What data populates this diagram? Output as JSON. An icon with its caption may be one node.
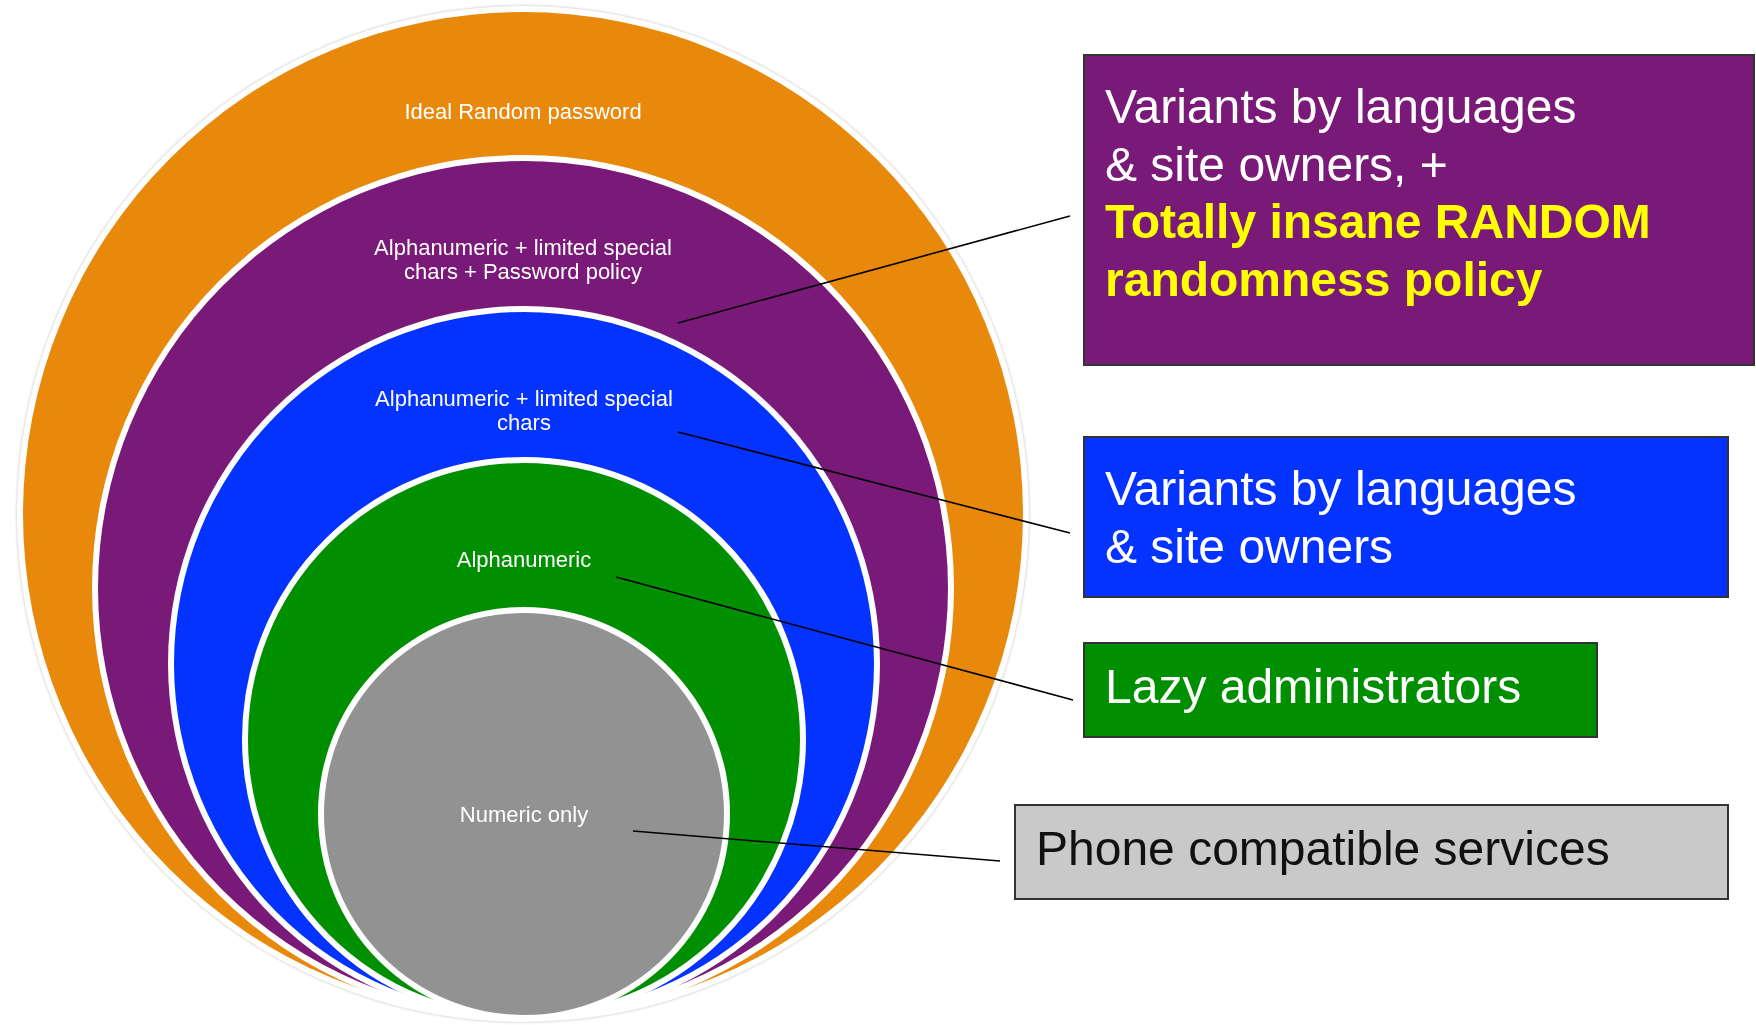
{
  "diagram": {
    "nodes": [
      {
        "text": [
          "Ideal Random password"
        ]
      },
      {
        "text": [
          "Alphanumeric + limited special chars + Password policy"
        ],
        "in": 0
      },
      {
        "text": [
          "Alphanumeric + limited special chars"
        ],
        "in": 1
      },
      {
        "text": [
          "Alphanumeric"
        ],
        "in": 2
      },
      {
        "text": [
          "Numeric only"
        ],
        "in": 3
      },
      {
        "text": [
          "Variants by languages & site owners, +",
          "Totally insane RANDOM randomness policy"
        ]
      },
      {
        "text": [
          "Variants by languages & site owners"
        ]
      },
      {
        "text": [
          "Lazy administrators"
        ]
      },
      {
        "text": [
          "Phone compatible services"
        ]
      }
    ],
    "edges": [
      {
        "from": 5,
        "to": 1,
        "arrow": "none"
      },
      {
        "from": 6,
        "to": 2,
        "arrow": "none"
      },
      {
        "from": 7,
        "to": 3,
        "arrow": "none"
      },
      {
        "from": 8,
        "to": 4,
        "arrow": "none"
      }
    ]
  }
}
